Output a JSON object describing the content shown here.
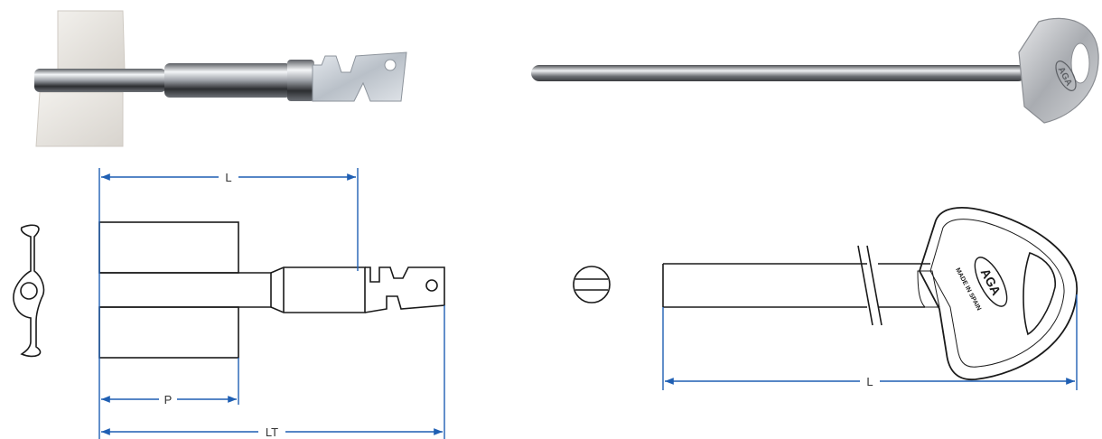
{
  "colors": {
    "dimension_line": "#1f5fb3",
    "outline": "#1a1a1a",
    "photo_shadow": "#2e2e2e",
    "photo_steel": "#c9ccd1",
    "plate": "#e6e3de"
  },
  "left_drawing": {
    "dimensions": {
      "length": "L",
      "plate_width": "P",
      "total_length": "LT"
    }
  },
  "right_drawing": {
    "dimensions": {
      "length": "L"
    },
    "bow": {
      "brand": "AGA",
      "inscription": "MADE IN SPAIN"
    }
  },
  "right_photo": {
    "brand": "AGA"
  }
}
